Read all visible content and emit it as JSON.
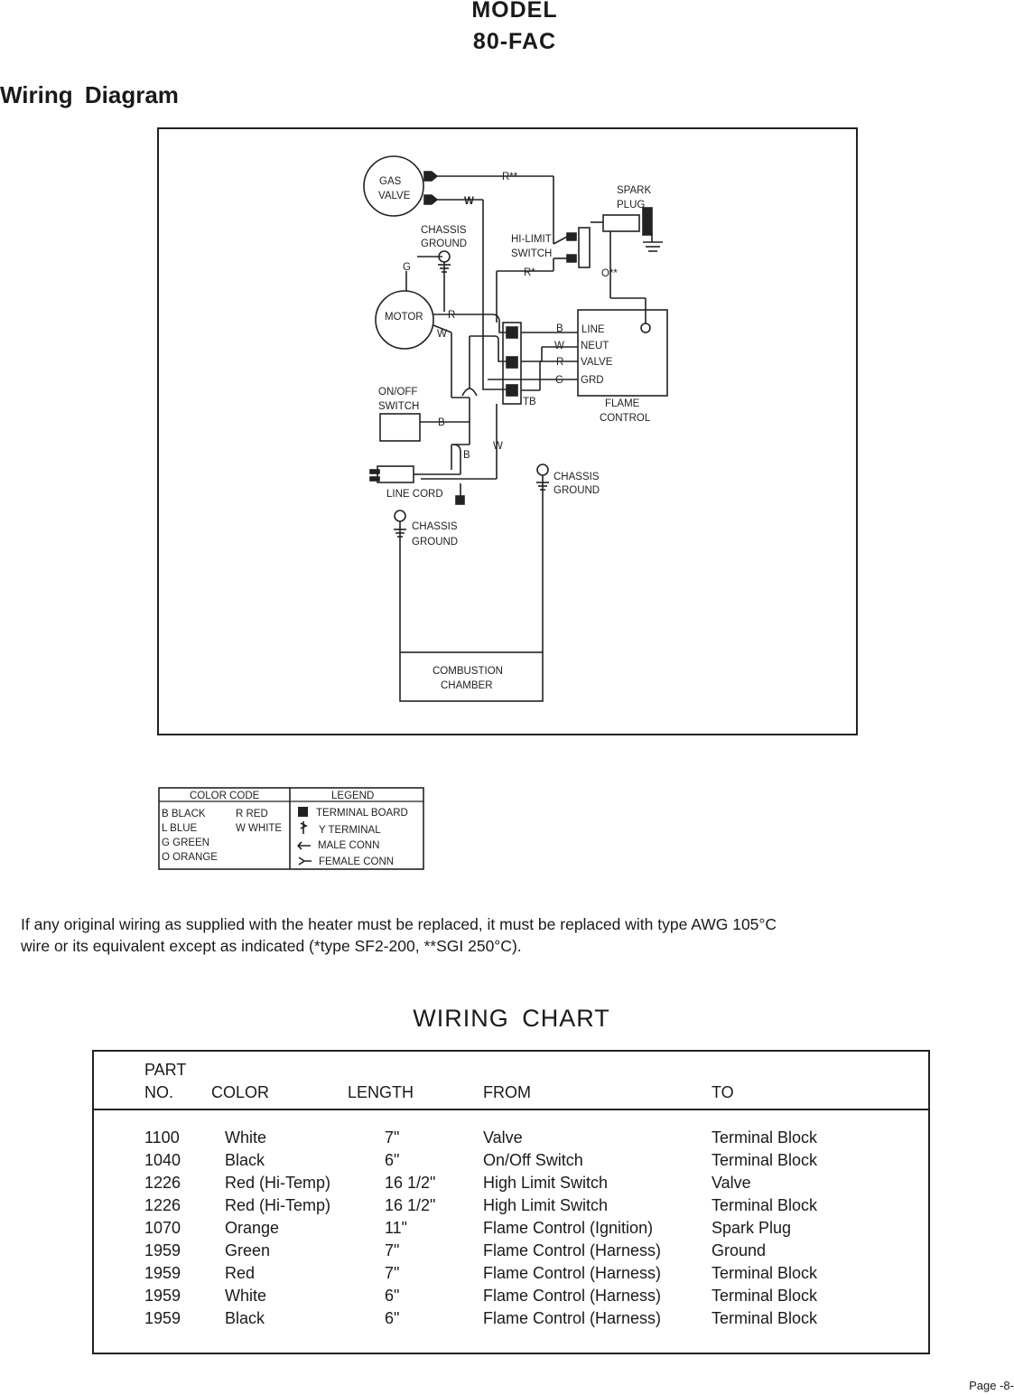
{
  "header": {
    "model_line1": "MODEL",
    "model_line2": "80-FAC"
  },
  "section_title": "Wiring Diagram",
  "diagram": {
    "labels": {
      "gas_valve_1": "GAS",
      "gas_valve_2": "VALVE",
      "r_double_star": "R**",
      "w_top": "W",
      "chassis_ground_top_1": "CHASSIS",
      "chassis_ground_top_2": "GROUND",
      "g_motor": "G",
      "hi_limit_1": "HI-LIMIT",
      "hi_limit_2": "SWITCH",
      "r_star": "R*",
      "spark_plug_1": "SPARK",
      "spark_plug_2": "PLUG",
      "o_double_star": "O**",
      "motor": "MOTOR",
      "motor_r": "R",
      "motor_w": "W",
      "fc_b": "B",
      "fc_w": "W",
      "fc_r": "R",
      "fc_g": "G",
      "fc_line": "LINE",
      "fc_neut": "NEUT",
      "fc_valve": "VALVE",
      "fc_grd": "GRD",
      "flame_control_1": "FLAME",
      "flame_control_2": "CONTROL",
      "tb": "TB",
      "onoff_1": "ON/OFF",
      "onoff_2": "SWITCH",
      "onoff_b": "B",
      "cord_b": "B",
      "cord_w": "W",
      "line_cord": "LINE CORD",
      "chassis_ground_right_1": "CHASSIS",
      "chassis_ground_right_2": "GROUND",
      "chassis_ground_bottom_1": "CHASSIS",
      "chassis_ground_bottom_2": "GROUND",
      "combustion_1": "COMBUSTION",
      "combustion_2": "CHAMBER"
    }
  },
  "legend": {
    "color_code_title": "COLOR CODE",
    "legend_title": "LEGEND",
    "colors": [
      "B   BLACK",
      "L   BLUE",
      "G  GREEN",
      "O  ORANGE"
    ],
    "colors2": [
      "R   RED",
      "W  WHITE"
    ],
    "items": [
      "TERMINAL BOARD",
      "Y TERMINAL",
      "MALE CONN",
      "FEMALE CONN"
    ]
  },
  "note": {
    "line1": "If any original wiring as supplied with the heater must be replaced, it must be replaced with type AWG 105°C",
    "line2": "wire or its equivalent except as indicated (*type SF2-200, **SGI 250°C)."
  },
  "chart_title": "WIRING  CHART",
  "chart_headers": {
    "part_1": "PART",
    "part_2": "NO.",
    "color": "COLOR",
    "length": "LENGTH",
    "from": "FROM",
    "to": "TO"
  },
  "chart_rows": [
    [
      "1100",
      "White",
      "7\"",
      "Valve",
      "Terminal Block"
    ],
    [
      "1040",
      "Black",
      "6\"",
      "On/Off Switch",
      "Terminal Block"
    ],
    [
      "1226",
      "Red (Hi-Temp)",
      "16 1/2\"",
      "High Limit Switch",
      "Valve"
    ],
    [
      "1226",
      "Red (Hi-Temp)",
      "16 1/2\"",
      "High Limit Switch",
      "Terminal Block"
    ],
    [
      "1070",
      "Orange",
      "11\"",
      "Flame Control (Ignition)",
      "Spark Plug"
    ],
    [
      "1959",
      "Green",
      "7\"",
      "Flame Control (Harness)",
      "Ground"
    ],
    [
      "1959",
      "Red",
      "7\"",
      "Flame Control (Harness)",
      "Terminal Block"
    ],
    [
      "1959",
      "White",
      "6\"",
      "Flame Control (Harness)",
      "Terminal Block"
    ],
    [
      "1959",
      "Black",
      "6\"",
      "Flame Control (Harness)",
      "Terminal Block"
    ]
  ],
  "page_number": "Page -8-"
}
